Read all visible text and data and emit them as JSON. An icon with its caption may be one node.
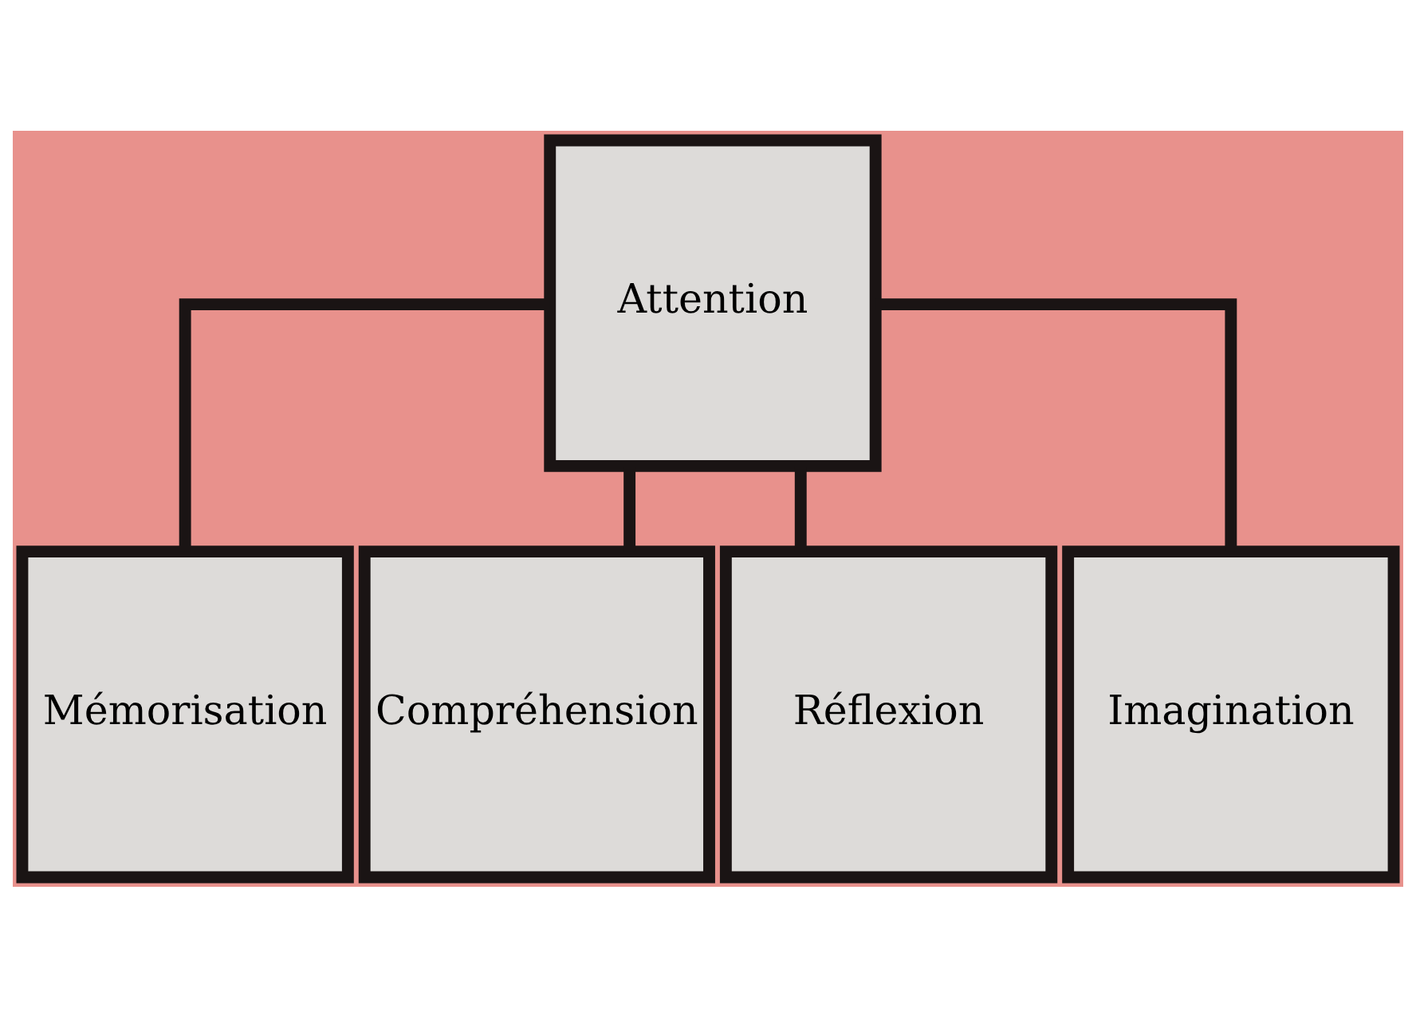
{
  "diagram": {
    "nodes": [
      {
        "text": [
          "Attention"
        ]
      },
      {
        "text": [
          "Mémorisation"
        ]
      },
      {
        "text": [
          "Compréhension"
        ]
      },
      {
        "text": [
          "Réflexion"
        ]
      },
      {
        "text": [
          "Imagination"
        ]
      }
    ],
    "edges": [
      {
        "from": 0,
        "to": 1,
        "arrow": "none"
      },
      {
        "from": 0,
        "to": 2,
        "arrow": "none"
      },
      {
        "from": 0,
        "to": 3,
        "arrow": "none"
      },
      {
        "from": 0,
        "to": 4,
        "arrow": "none"
      }
    ]
  }
}
